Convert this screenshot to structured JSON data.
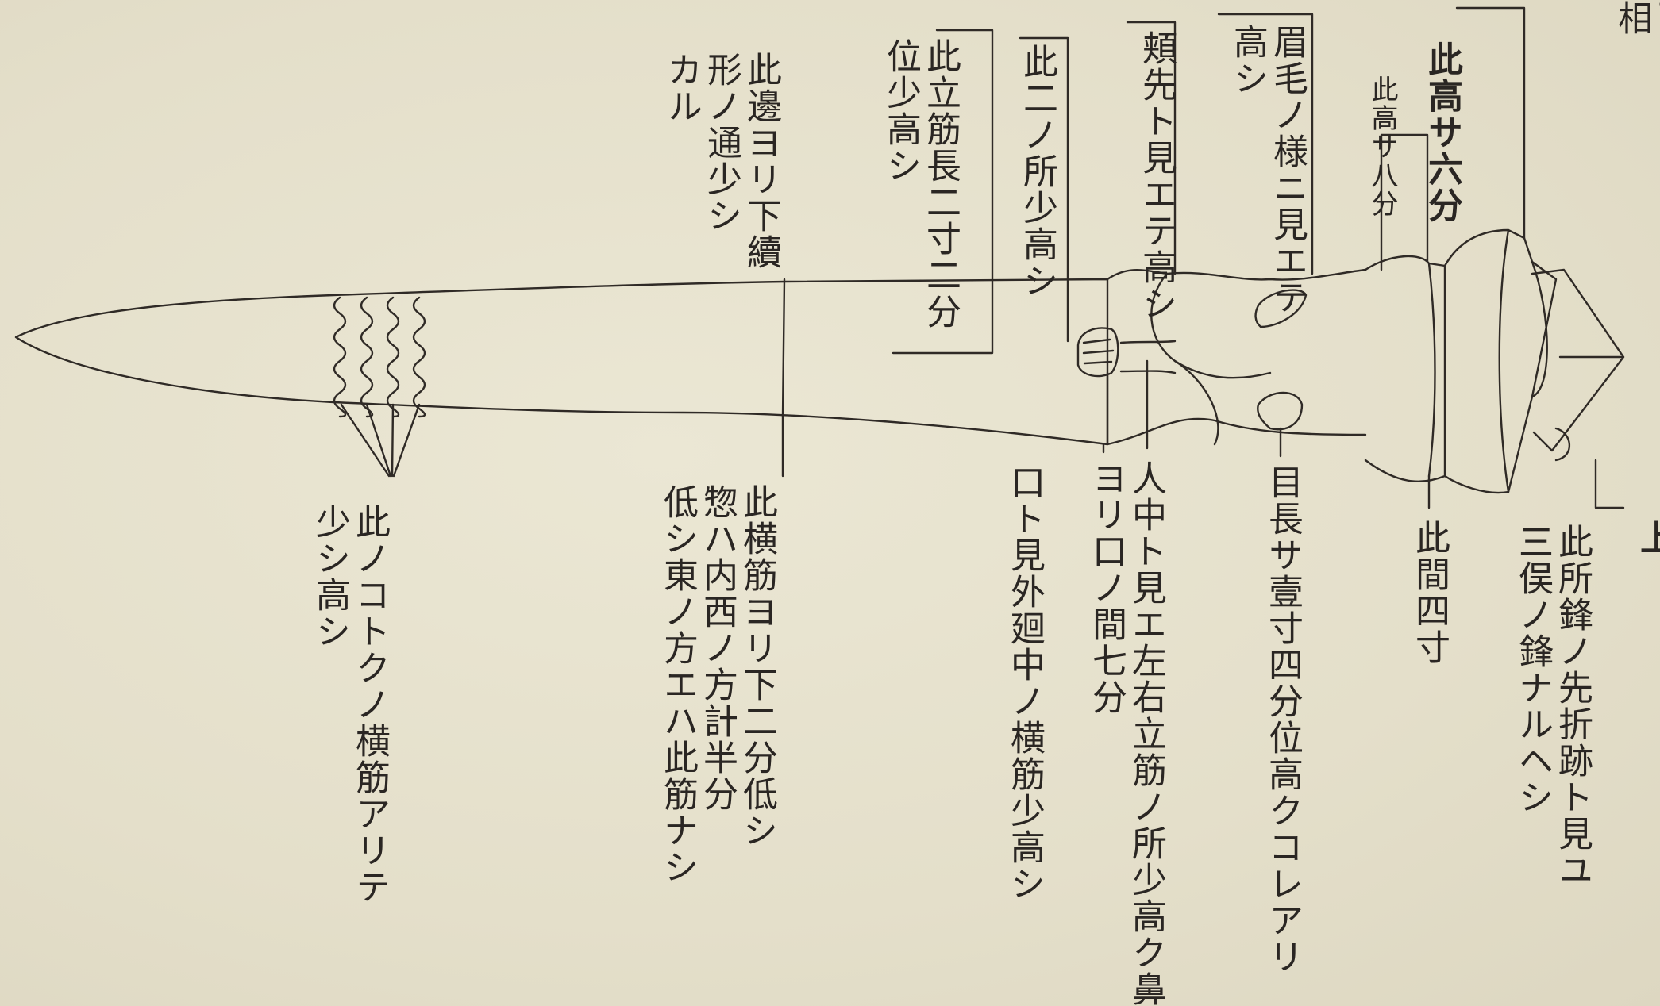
{
  "notes": {
    "n_height16": "此高サ六分",
    "n_height18": "此高サ八分",
    "n_eyebrow": "眉毛ノ様ニ見エテ\n高シ",
    "n_cheek": "頬先ト見エテ高シ",
    "n_two": "此二ノ所少高シ",
    "n_rib": "此立筋長二寸二分\n位少高シ",
    "n_edge": "此邊ヨリ下續\n形ノ通少シ\nカル",
    "n_tokko": "此ノコトクノ横筋アリテ\n少シ高シ",
    "n_yoko": "此横筋ヨリ下二分低シ\n惣ハ内西ノ方計半分\n低シ東ノ方エハ此筋ナシ",
    "n_mouth": "口ト見外廻中ノ横筋少高シ",
    "n_jinchu": "人中ト見エ左右立筋ノ所少高ク鼻\nヨリ口ノ間七分",
    "n_eye": "目長サ壹寸四分位高クコレアリ",
    "n_gap": "此間四寸",
    "n_tip": "此所鋒ノ先折跡ト見ユ\n三俣ノ鋒ナルヘシ",
    "n_top": "上",
    "n_edge_right": "副\n相"
  }
}
